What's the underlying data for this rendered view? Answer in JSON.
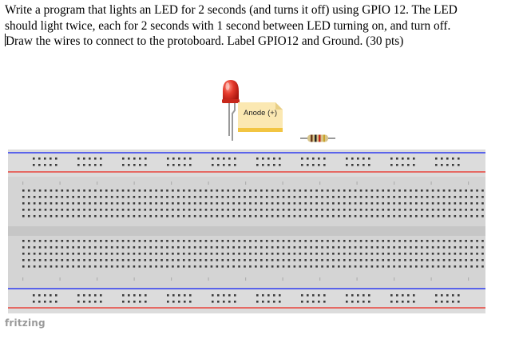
{
  "question": {
    "line1": "Write a program that lights an LED for 2 seconds (and turns it off) using GPIO 12. The LED",
    "line2": "should light twice, each for 2 seconds with 1 second between LED turning on, and turn off.",
    "line3": "Draw the wires to connect to the protoboard. Label GPIO12 and Ground. (30 pts)"
  },
  "diagram": {
    "led_label": "Anode (+)",
    "watermark": "fritzing",
    "led_color": "#e53a2c",
    "label_color": "#fbe8b2",
    "rail_blue": "#2e3df0",
    "rail_red": "#e8453c"
  }
}
